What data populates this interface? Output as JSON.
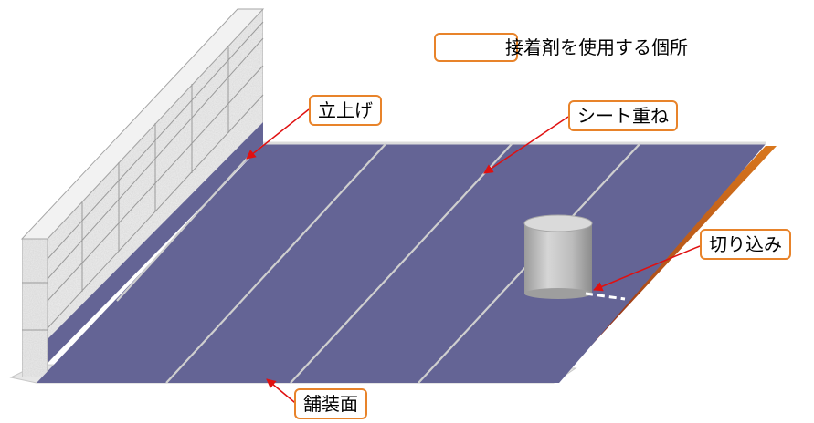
{
  "legend": {
    "text": "接着剤を使用する個所"
  },
  "labels": {
    "upturn": "立上げ",
    "sheet_overlap": "シート重ね",
    "cut_in": "切り込み",
    "paved_surface": "舗装面"
  },
  "colors": {
    "sheet": "#646495",
    "sheet_edge": "#c8661a",
    "accent": "#e8832a",
    "arrow": "#e01010",
    "wall": "#ececec",
    "pole": "#c4c4c4"
  }
}
